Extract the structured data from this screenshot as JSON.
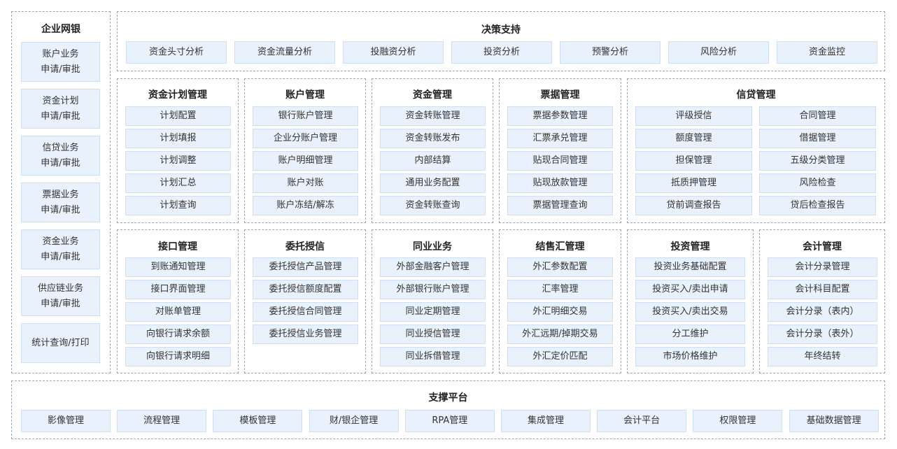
{
  "left": {
    "title": "企业网银",
    "items": [
      [
        "账户业务",
        "申请/审批"
      ],
      [
        "资金计划",
        "申请/审批"
      ],
      [
        "信贷业务",
        "申请/审批"
      ],
      [
        "票据业务",
        "申请/审批"
      ],
      [
        "资金业务",
        "申请/审批"
      ],
      [
        "供应链业务",
        "申请/审批"
      ],
      [
        "统计查询/打印"
      ]
    ]
  },
  "decision": {
    "title": "决策支持",
    "items": [
      "资金头寸分析",
      "资金流量分析",
      "投融资分析",
      "投资分析",
      "预警分析",
      "风险分析",
      "资金监控"
    ]
  },
  "modules_row1": [
    {
      "title": "资金计划管理",
      "items": [
        "计划配置",
        "计划填报",
        "计划调整",
        "计划汇总",
        "计划查询"
      ]
    },
    {
      "title": "账户管理",
      "items": [
        "银行账户管理",
        "企业分账户管理",
        "账户明细管理",
        "账户对账",
        "账户冻结/解冻"
      ]
    },
    {
      "title": "资金管理",
      "items": [
        "资金转账管理",
        "资金转账发布",
        "内部结算",
        "通用业务配置",
        "资金转账查询"
      ]
    },
    {
      "title": "票据管理",
      "items": [
        "票据参数管理",
        "汇票承兑管理",
        "贴现合同管理",
        "贴现放款管理",
        "票据管理查询"
      ]
    },
    {
      "title": "信贷管理",
      "items": [
        "评级授信",
        "合同管理",
        "额度管理",
        "借据管理",
        "担保管理",
        "五级分类管理",
        "抵质押管理",
        "风险检查",
        "贷前调查报告",
        "贷后检查报告"
      ]
    }
  ],
  "modules_row2": [
    {
      "title": "接口管理",
      "items": [
        "到账通知管理",
        "接口界面管理",
        "对账单管理",
        "向银行请求余额",
        "向银行请求明细"
      ]
    },
    {
      "title": "委托授信",
      "items": [
        "委托授信产品管理",
        "委托授信额度配置",
        "委托授信合同管理",
        "委托授信业务管理"
      ]
    },
    {
      "title": "同业业务",
      "items": [
        "外部金融客户管理",
        "外部银行账户管理",
        "同业定期管理",
        "同业授信管理",
        "同业拆借管理"
      ]
    },
    {
      "title": "结售汇管理",
      "items": [
        "外汇参数配置",
        "汇率管理",
        "外汇明细交易",
        "外汇远期/掉期交易",
        "外汇定价匹配"
      ]
    },
    {
      "title": "投资管理",
      "items": [
        "投资业务基础配置",
        "投资买入/卖出申请",
        "投资买入/卖出交易",
        "分工维护",
        "市场价格维护"
      ]
    },
    {
      "title": "会计管理",
      "items": [
        "会计分录管理",
        "会计科目配置",
        "会计分录（表内）",
        "会计分录（表外）",
        "年终结转"
      ]
    }
  ],
  "support": {
    "title": "支撑平台",
    "items": [
      "影像管理",
      "流程管理",
      "模板管理",
      "财/银企管理",
      "RPA管理",
      "集成管理",
      "会计平台",
      "权限管理",
      "基础数据管理"
    ]
  },
  "colors": {
    "box_fill": "#e8f1fc",
    "box_border": "#cfdff3",
    "panel_border": "#9ea4ab"
  }
}
